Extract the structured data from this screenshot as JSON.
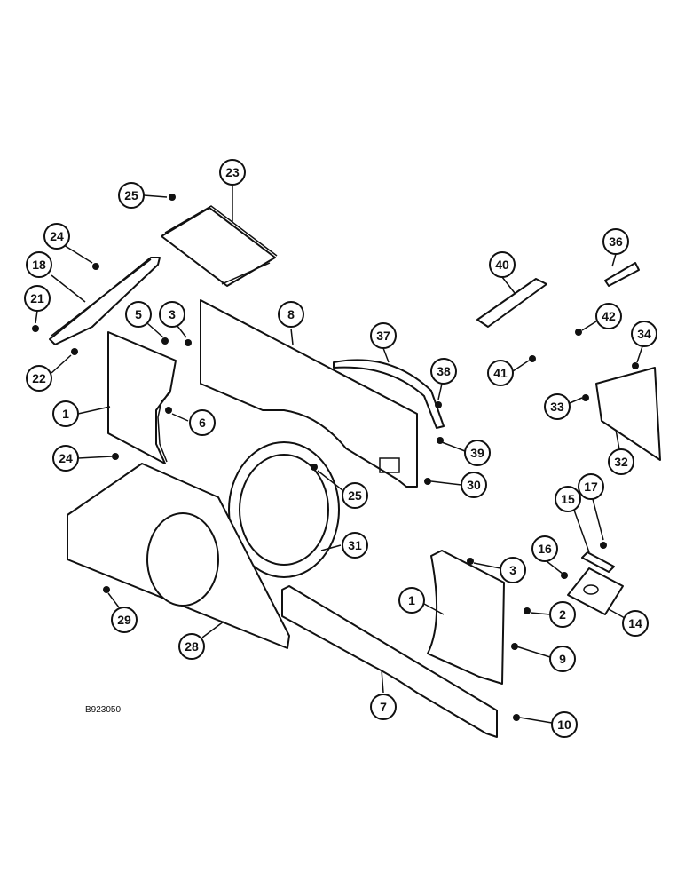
{
  "diagram_code": "B923050",
  "callouts": {
    "c23": "23",
    "c25a": "25",
    "c24a": "24",
    "c18": "18",
    "c21": "21",
    "c22": "22",
    "c5": "5",
    "c3a": "3",
    "c8": "8",
    "c37": "37",
    "c38": "38",
    "c40": "40",
    "c36": "36",
    "c42": "42",
    "c34": "34",
    "c41": "41",
    "c33": "33",
    "c32": "32",
    "c1a": "1",
    "c6": "6",
    "c24b": "24",
    "c39": "39",
    "c30": "30",
    "c25b": "25",
    "c31": "31",
    "c17": "17",
    "c15": "15",
    "c16": "16",
    "c3b": "3",
    "c1b": "1",
    "c2": "2",
    "c14": "14",
    "c9": "9",
    "c29": "29",
    "c28": "28",
    "c7": "7",
    "c10": "10"
  }
}
